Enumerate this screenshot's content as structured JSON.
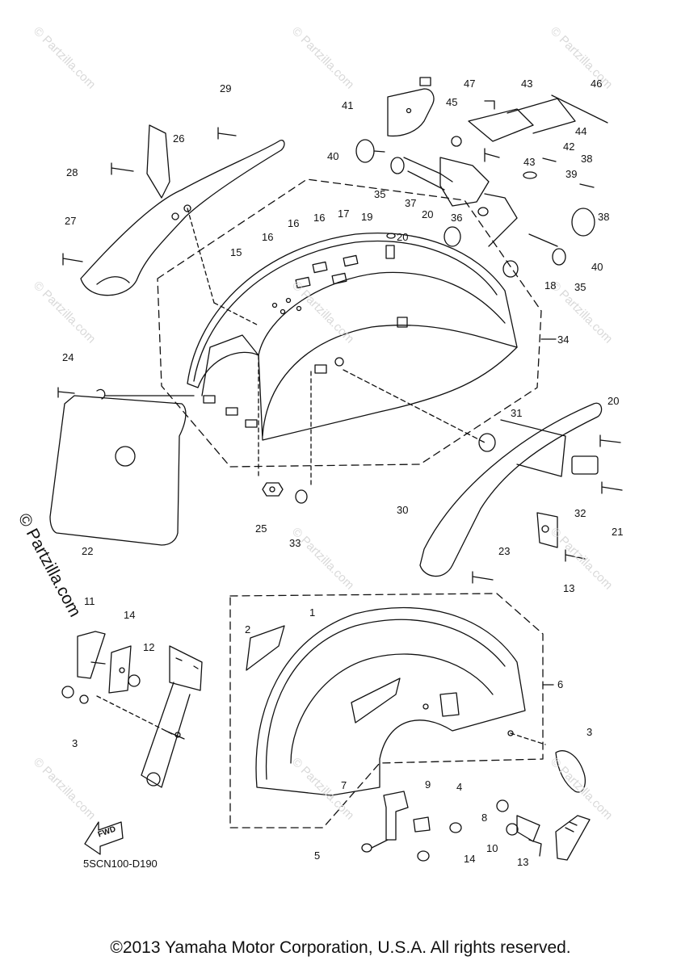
{
  "diagram": {
    "part_code": "5SCN100-D190",
    "copyright": "©2013 Yamaha Motor Corporation, U.S.A. All rights reserved.",
    "watermark": "© Partzilla.com",
    "fwd_label": "FWD",
    "callouts": [
      "47",
      "43",
      "46",
      "41",
      "45",
      "44",
      "42",
      "43",
      "38",
      "40",
      "35",
      "37",
      "39",
      "38",
      "36",
      "40",
      "35",
      "29",
      "26",
      "28",
      "27",
      "16",
      "16",
      "16",
      "17",
      "19",
      "20",
      "20",
      "18",
      "15",
      "34",
      "24",
      "20",
      "31",
      "32",
      "21",
      "30",
      "25",
      "33",
      "22",
      "23",
      "13",
      "11",
      "14",
      "12",
      "3",
      "2",
      "1",
      "6",
      "3",
      "7",
      "9",
      "4",
      "8",
      "5",
      "14",
      "10",
      "13"
    ]
  },
  "colors": {
    "line": "#111111",
    "watermark": "#d9d9d9"
  }
}
